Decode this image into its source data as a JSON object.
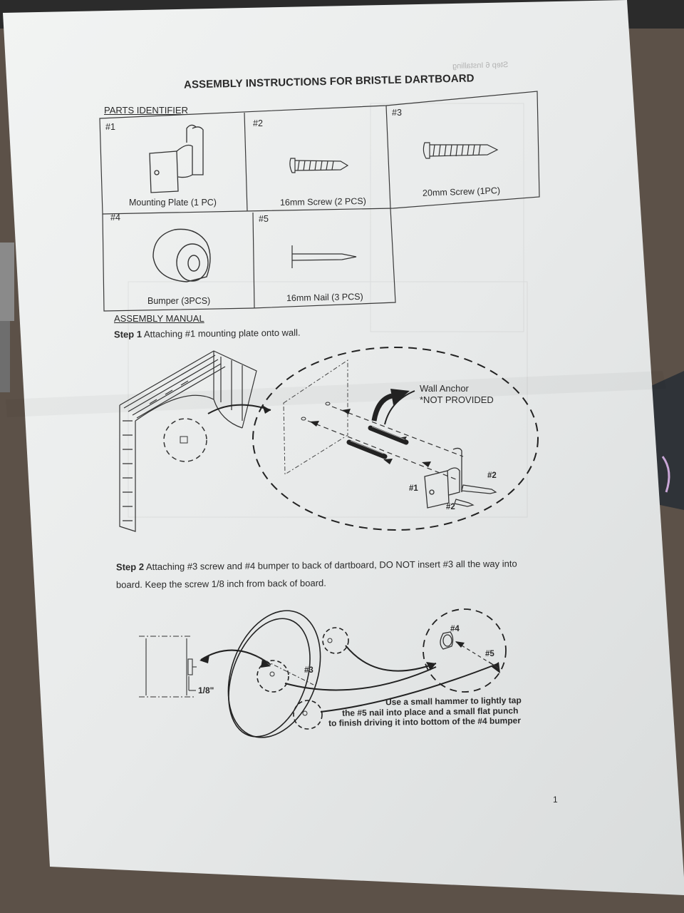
{
  "document": {
    "title": "ASSEMBLY INSTRUCTIONS FOR BRISTLE DARTBOARD",
    "mirrored_bleed_text": "Step 6 Installing",
    "page_number": "1"
  },
  "parts": {
    "heading": "PARTS IDENTIFIER",
    "items": [
      {
        "id": "#1",
        "name": "Mounting Plate (1 PC)"
      },
      {
        "id": "#2",
        "name": "16mm Screw (2 PCS)"
      },
      {
        "id": "#3",
        "name": "20mm Screw (1PC)"
      },
      {
        "id": "#4",
        "name": "Bumper (3PCS)"
      },
      {
        "id": "#5",
        "name": "16mm Nail (3 PCS)"
      }
    ]
  },
  "manual": {
    "heading": "ASSEMBLY MANUAL",
    "step1": {
      "label": "Step 1",
      "text": "Attaching #1 mounting plate onto wall."
    },
    "step1_diagram": {
      "wall_anchor": "Wall Anchor",
      "not_provided": "*NOT PROVIDED",
      "callout_1": "#1",
      "callout_2a": "#2",
      "callout_2b": "#2"
    },
    "step2": {
      "label": "Step 2",
      "text_line1": "Attaching #3 screw and #4 bumper to back of dartboard, DO NOT insert #3 all the way into",
      "text_line2": "board. Keep the screw 1/8 inch from back of board."
    },
    "step2_diagram": {
      "gap": "1/8\"",
      "callout_3": "#3",
      "callout_4": "#4",
      "callout_5": "#5",
      "note_line1": "Use a small hammer to lightly tap",
      "note_line2": "the #5 nail into place and a small flat punch",
      "note_line3": "to finish driving it into bottom of the #4 bumper"
    }
  },
  "colors": {
    "paper": "#eef0ef",
    "ink": "#2a2a2a",
    "table_background": "#5c5148"
  }
}
